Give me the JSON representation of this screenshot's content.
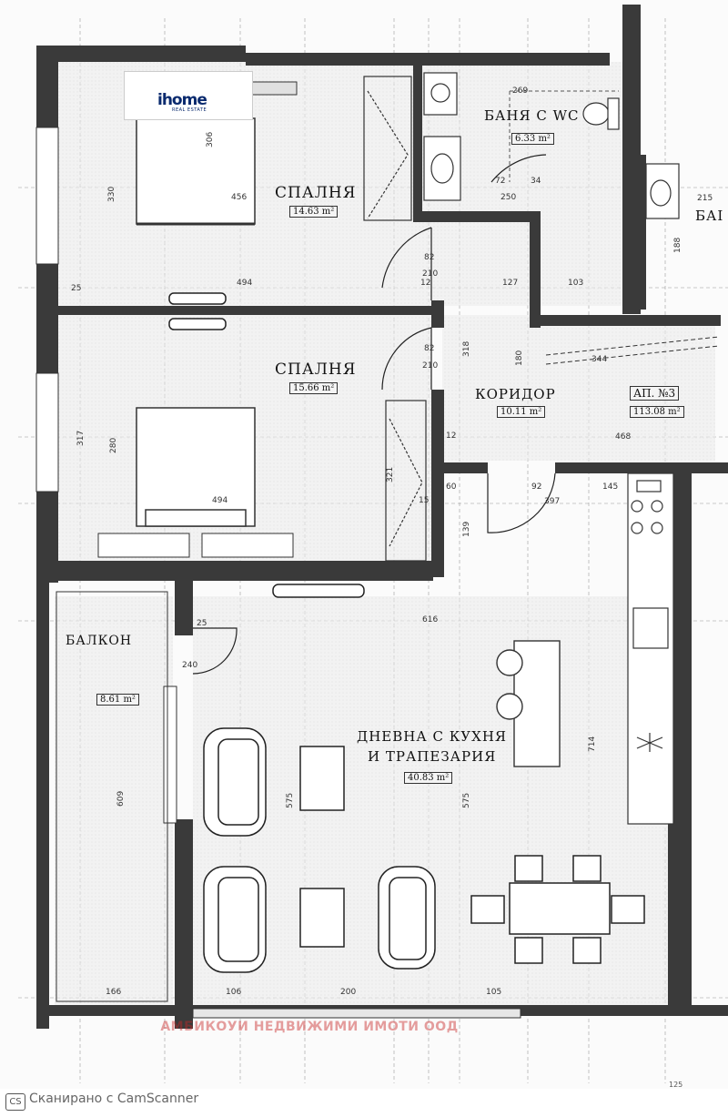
{
  "logo": {
    "text": "ihome",
    "subtitle": "REAL ESTATE",
    "roof_color": "#d92020",
    "text_color": "#0a2a6e"
  },
  "rooms": {
    "bedroom1": {
      "name": "СПАЛНЯ",
      "area": "14.63 m²"
    },
    "bedroom2": {
      "name": "СПАЛНЯ",
      "area": "15.66 m²"
    },
    "bathroom": {
      "name": "БАНЯ С WC",
      "area": "6.33 m²"
    },
    "bath2_partial": {
      "name": "БАІ"
    },
    "corridor": {
      "name": "КОРИДОР",
      "area": "10.11 m²"
    },
    "apartment": {
      "name": "АП. №3",
      "area": "113.08 m²"
    },
    "balcony": {
      "name": "БАЛКОН",
      "area": "8.61 m²"
    },
    "living": {
      "name_line1": "ДНЕВНА С КУХНЯ",
      "name_line2": "И ТРАПЕЗАРИЯ",
      "area": "40.83 m²"
    }
  },
  "dimensions": {
    "d269": "269",
    "d456": "456",
    "d494a": "494",
    "d494b": "494",
    "d306": "306",
    "d330": "330",
    "d82a": "82",
    "d210a": "210",
    "d82b": "82",
    "d210b": "210",
    "d127": "127",
    "d103": "103",
    "d72": "72",
    "d250": "250",
    "d34": "34",
    "d318": "318",
    "d180": "180",
    "d468": "468",
    "d344": "344",
    "d92": "92",
    "d397": "397",
    "d60": "60",
    "d145": "145",
    "d139": "139",
    "d317": "317",
    "d280": "280",
    "d616": "616",
    "d714": "714",
    "d575a": "575",
    "d575b": "575",
    "d166": "166",
    "d106": "106",
    "d200": "200",
    "d105": "105",
    "d25a": "25",
    "d25b": "25",
    "d240": "240",
    "d215": "215",
    "d188": "188",
    "d12a": "12",
    "d12b": "12",
    "d321": "321",
    "d609": "609",
    "d15": "15"
  },
  "watermark": "АМБИКОУИ НЕДВИЖИМИ ИМОТИ ООД",
  "footer": {
    "badge": "CS",
    "text": "Сканирано с CamScanner",
    "page": "125"
  },
  "colors": {
    "wall": "#3a3a3a",
    "wall_dark": "#1a1a1a",
    "floor": "#e9e9e9"
  }
}
